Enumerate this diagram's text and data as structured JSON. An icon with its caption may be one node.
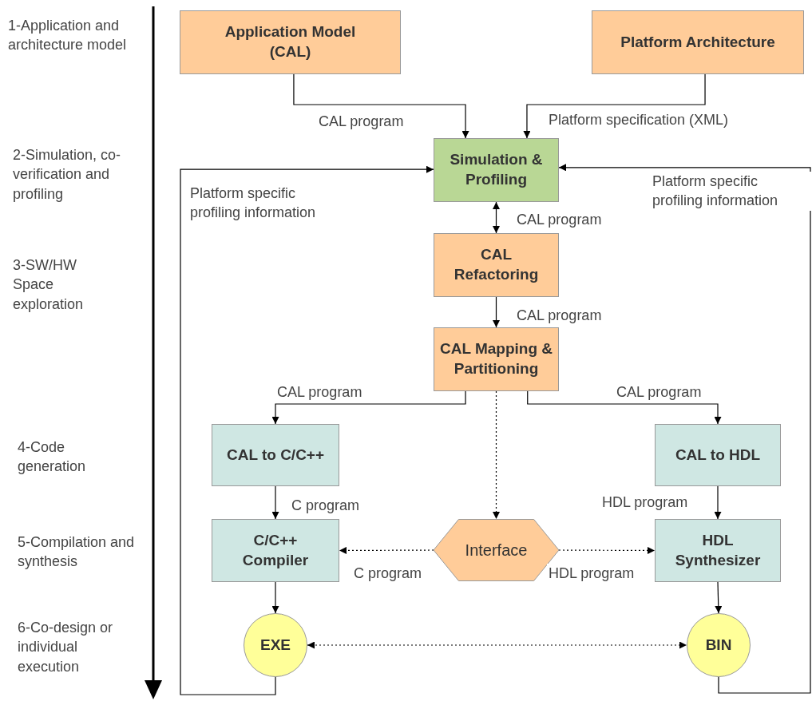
{
  "diagram": {
    "nodes": [
      {
        "text": [
          "Application Model (CAL)"
        ]
      },
      {
        "text": [
          "Platform Architecture"
        ]
      },
      {
        "text": [
          "Simulation & Profiling"
        ]
      },
      {
        "text": [
          "CAL Refactoring"
        ]
      },
      {
        "text": [
          "CAL Mapping & Partitioning"
        ]
      },
      {
        "text": [
          "CAL to C/C++"
        ]
      },
      {
        "text": [
          "CAL to HDL"
        ]
      },
      {
        "text": [
          "C/C++ Compiler"
        ]
      },
      {
        "text": [
          "Interface"
        ]
      },
      {
        "text": [
          "HDL Synthesizer"
        ]
      },
      {
        "text": [
          "EXE"
        ]
      },
      {
        "text": [
          "BIN"
        ]
      }
    ],
    "edges": [
      {
        "from": 0,
        "to": 2,
        "arrow": "to",
        "label": "CAL program"
      },
      {
        "from": 1,
        "to": 2,
        "arrow": "to",
        "label": "Platform specification (XML)"
      },
      {
        "from": 2,
        "to": 3,
        "arrow": "both",
        "label": "CAL program"
      },
      {
        "from": 3,
        "to": 4,
        "arrow": "to",
        "label": "CAL program"
      },
      {
        "from": 4,
        "to": 5,
        "arrow": "to",
        "label": "CAL program"
      },
      {
        "from": 4,
        "to": 6,
        "arrow": "to",
        "label": "CAL program"
      },
      {
        "from": 4,
        "to": 8,
        "arrow": "to",
        "style": "dashed"
      },
      {
        "from": 5,
        "to": 7,
        "arrow": "to",
        "label": "C program"
      },
      {
        "from": 6,
        "to": 9,
        "arrow": "to",
        "label": "HDL program"
      },
      {
        "from": 8,
        "to": 7,
        "arrow": "to",
        "label": "C program",
        "style": "dashed"
      },
      {
        "from": 8,
        "to": 9,
        "arrow": "to",
        "label": "HDL program",
        "style": "dashed"
      },
      {
        "from": 7,
        "to": 10,
        "arrow": "to"
      },
      {
        "from": 9,
        "to": 11,
        "arrow": "to"
      },
      {
        "from": 10,
        "to": 11,
        "arrow": "both",
        "style": "dashed"
      },
      {
        "from": 10,
        "to": 2,
        "arrow": "to",
        "label": "Platform specific profiling information"
      },
      {
        "from": 11,
        "to": 2,
        "arrow": "to",
        "label": "Platform specific profiling information"
      }
    ],
    "labels": [
      "1-Application and architecture model",
      "2-Simulation, co-verification and profiling",
      "3-SW/HW Space exploration",
      "4-Code generation",
      "5-Compilation and synthesis",
      "6-Co-design or individual execution"
    ]
  }
}
